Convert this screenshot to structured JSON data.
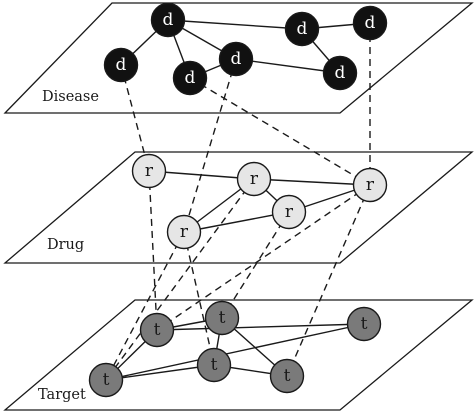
{
  "layers": [
    {
      "id": "disease",
      "label": "Disease",
      "fill": "#111111",
      "text_color": "#ffffff"
    },
    {
      "id": "drug",
      "label": "Drug",
      "fill": "#e6e6e6",
      "text_color": "#1a1a1a"
    },
    {
      "id": "target",
      "label": "Target",
      "fill": "#7a7a7a",
      "text_color": "#1a1a1a"
    }
  ],
  "nodes": [
    {
      "id": "d1",
      "layer": "disease",
      "label": "d"
    },
    {
      "id": "d2",
      "layer": "disease",
      "label": "d"
    },
    {
      "id": "d3",
      "layer": "disease",
      "label": "d"
    },
    {
      "id": "d4",
      "layer": "disease",
      "label": "d"
    },
    {
      "id": "d5",
      "layer": "disease",
      "label": "d"
    },
    {
      "id": "d6",
      "layer": "disease",
      "label": "d"
    },
    {
      "id": "d7",
      "layer": "disease",
      "label": "d"
    },
    {
      "id": "r1",
      "layer": "drug",
      "label": "r"
    },
    {
      "id": "r2",
      "layer": "drug",
      "label": "r"
    },
    {
      "id": "r3",
      "layer": "drug",
      "label": "r"
    },
    {
      "id": "r4",
      "layer": "drug",
      "label": "r"
    },
    {
      "id": "r5",
      "layer": "drug",
      "label": "r"
    },
    {
      "id": "t1",
      "layer": "target",
      "label": "t"
    },
    {
      "id": "t2",
      "layer": "target",
      "label": "t"
    },
    {
      "id": "t3",
      "layer": "target",
      "label": "t"
    },
    {
      "id": "t4",
      "layer": "target",
      "label": "t"
    },
    {
      "id": "t5",
      "layer": "target",
      "label": "t"
    },
    {
      "id": "t6",
      "layer": "target",
      "label": "t"
    }
  ],
  "edges": [
    [
      "d1",
      "d2"
    ],
    [
      "d1",
      "d3"
    ],
    [
      "d1",
      "d4"
    ],
    [
      "d1",
      "d5"
    ],
    [
      "d3",
      "d4"
    ],
    [
      "d3",
      "d6"
    ],
    [
      "d5",
      "d6"
    ],
    [
      "d5",
      "d7"
    ],
    [
      "r1",
      "r2"
    ],
    [
      "r2",
      "r4"
    ],
    [
      "r2",
      "r5"
    ],
    [
      "r3",
      "r5"
    ],
    [
      "r4",
      "r5"
    ],
    [
      "r2",
      "r3"
    ],
    [
      "t1",
      "t2"
    ],
    [
      "t1",
      "t4"
    ],
    [
      "t1",
      "t6"
    ],
    [
      "t2",
      "t3"
    ],
    [
      "t2",
      "t6"
    ],
    [
      "t3",
      "t4"
    ],
    [
      "t3",
      "t5"
    ],
    [
      "t4",
      "t5"
    ]
  ],
  "interlayer_links": [
    [
      "d2",
      "r1"
    ],
    [
      "d3",
      "r3"
    ],
    [
      "d4",
      "r4"
    ],
    [
      "d7",
      "r4"
    ],
    [
      "r1",
      "t2"
    ],
    [
      "r3",
      "t1"
    ],
    [
      "r2",
      "t1"
    ],
    [
      "r3",
      "t4"
    ],
    [
      "r4",
      "t2"
    ],
    [
      "r4",
      "t5"
    ],
    [
      "r5",
      "t3"
    ]
  ]
}
